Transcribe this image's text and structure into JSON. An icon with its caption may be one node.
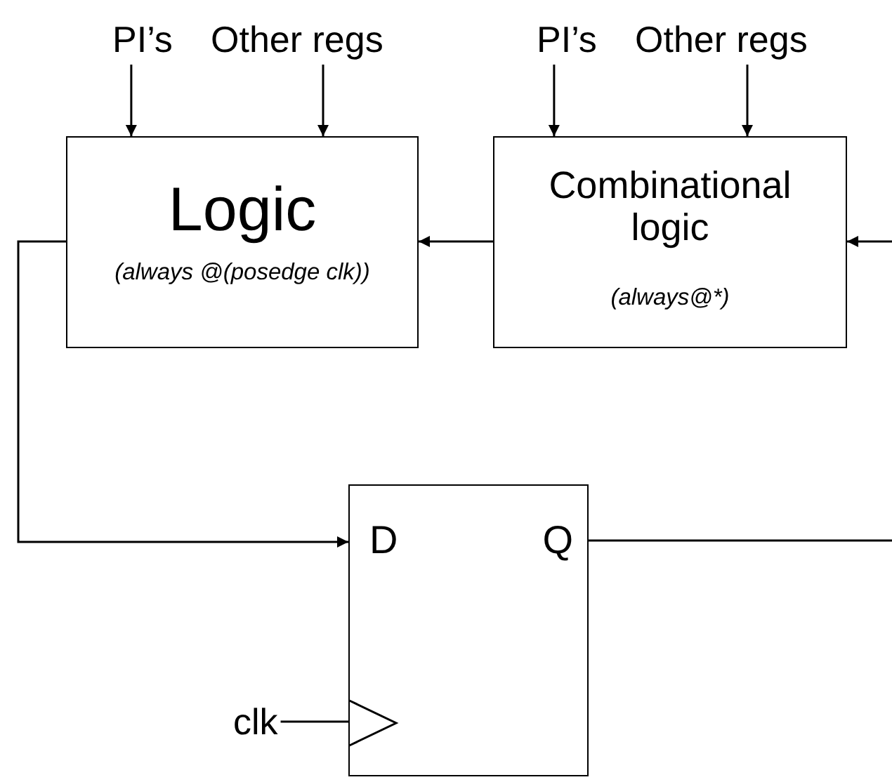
{
  "diagram": {
    "nodes": [
      {
        "text": [
          "PI’s"
        ]
      },
      {
        "text": [
          "Other regs"
        ]
      },
      {
        "text": [
          "PI’s"
        ]
      },
      {
        "text": [
          "Other regs"
        ]
      },
      {
        "text": [
          "Logic",
          "(always @(posedge clk))"
        ]
      },
      {
        "text": [
          "Combinational logic",
          "(always@*)"
        ]
      },
      {
        "text": [
          "D",
          "Q"
        ]
      },
      {
        "text": [
          "clk"
        ]
      }
    ],
    "edges": [
      {
        "from": 0,
        "to": 4,
        "arrow": "to"
      },
      {
        "from": 1,
        "to": 4,
        "arrow": "to"
      },
      {
        "from": 2,
        "to": 5,
        "arrow": "to"
      },
      {
        "from": 3,
        "to": 5,
        "arrow": "to"
      },
      {
        "from": 5,
        "to": 4,
        "arrow": "to"
      },
      {
        "from": 4,
        "to": 6,
        "arrow": "to"
      },
      {
        "from": 6,
        "to": null,
        "arrow": "none"
      },
      {
        "from": null,
        "to": 5,
        "arrow": "to"
      },
      {
        "from": 7,
        "to": 6,
        "arrow": "none"
      }
    ]
  }
}
